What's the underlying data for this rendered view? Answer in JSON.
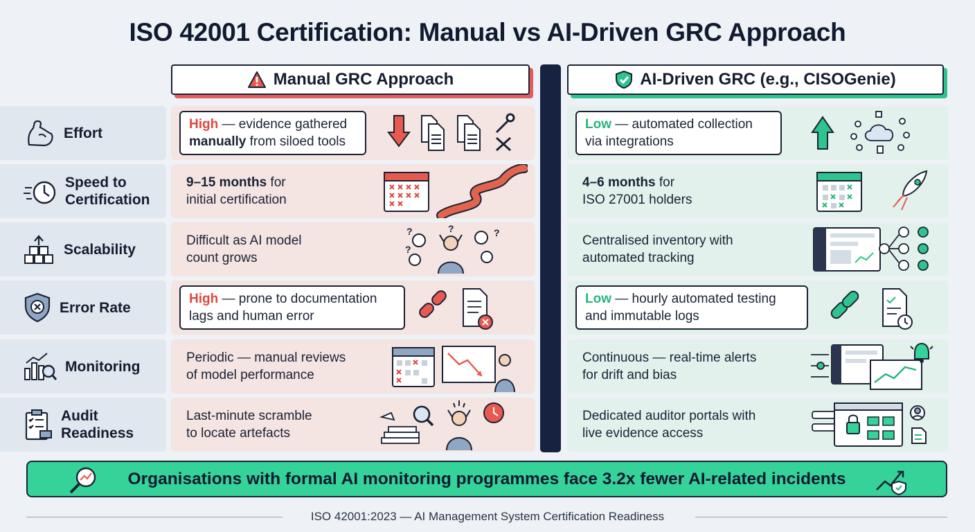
{
  "title": "ISO 42001 Certification: Manual vs AI-Driven GRC Approach",
  "columns": {
    "manual": "Manual GRC Approach",
    "ai": "AI-Driven GRC (e.g., CISOGenie)"
  },
  "rows": [
    {
      "label": "Effort",
      "manual": {
        "lead": "High",
        "text": " — evidence gathered",
        "line2_bold": "manually",
        "line2": " from siloed tools"
      },
      "ai": {
        "lead": "Low",
        "text": " — automated collection",
        "line2": "via integrations"
      }
    },
    {
      "label_line1": "Speed to",
      "label_line2": "Certification",
      "manual": {
        "lead": "9–15 months",
        "text": " for",
        "line2": "initial certification"
      },
      "ai": {
        "lead": "4–6 months",
        "text": " for",
        "line2": "ISO 27001 holders"
      }
    },
    {
      "label": "Scalability",
      "manual": {
        "line1": "Difficult as AI model",
        "line2": "count grows"
      },
      "ai": {
        "line1": "Centralised inventory with",
        "line2": "automated tracking"
      }
    },
    {
      "label": "Error Rate",
      "manual": {
        "lead": "High",
        "text": " — prone to documentation",
        "line2": "lags and human error"
      },
      "ai": {
        "lead": "Low",
        "text": " — hourly automated testing",
        "line2": "and immutable logs"
      }
    },
    {
      "label": "Monitoring",
      "manual": {
        "line1": "Periodic — manual reviews",
        "line2": "of model performance"
      },
      "ai": {
        "line1": "Continuous — real-time alerts",
        "line2": "for drift and bias"
      }
    },
    {
      "label_line1": "Audit",
      "label_line2": "Readiness",
      "manual": {
        "line1": "Last-minute scramble",
        "line2": "to locate artefacts"
      },
      "ai": {
        "line1": "Dedicated auditor portals with",
        "line2": "live evidence access"
      }
    }
  ],
  "banner": "Organisations with formal AI monitoring programmes face 3.2x fewer AI-related incidents",
  "footer": "ISO 42001:2023 — AI Management System Certification Readiness",
  "colors": {
    "manual_accent": "#e35d5d",
    "ai_accent": "#2fc48f",
    "navy": "#172140",
    "banner": "#35d39a"
  }
}
